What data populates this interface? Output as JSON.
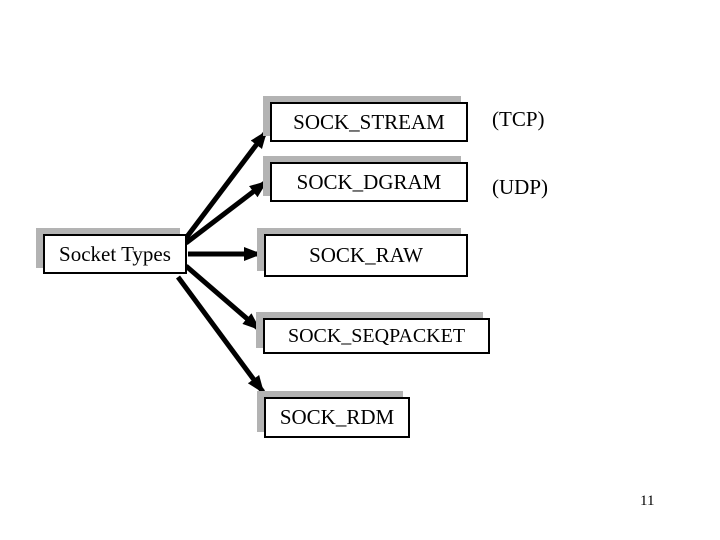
{
  "slide": {
    "page_number": "11",
    "colors": {
      "background": "#ffffff",
      "box_fill": "#ffffff",
      "box_border": "#000000",
      "box_shadow": "#b3b3b3",
      "arrow": "#000000",
      "text": "#000000"
    }
  },
  "diagram": {
    "root": {
      "label": "Socket Types"
    },
    "types": [
      {
        "label": "SOCK_STREAM",
        "annotation": "(TCP)"
      },
      {
        "label": "SOCK_DGRAM",
        "annotation": "(UDP)"
      },
      {
        "label": "SOCK_RAW",
        "annotation": ""
      },
      {
        "label": "SOCK_SEQPACKET",
        "annotation": ""
      },
      {
        "label": "SOCK_RDM",
        "annotation": ""
      }
    ],
    "connections": [
      {
        "from": "Socket Types",
        "to": "SOCK_STREAM"
      },
      {
        "from": "Socket Types",
        "to": "SOCK_DGRAM"
      },
      {
        "from": "Socket Types",
        "to": "SOCK_RAW"
      },
      {
        "from": "Socket Types",
        "to": "SOCK_SEQPACKET"
      },
      {
        "from": "Socket Types",
        "to": "SOCK_RDM"
      }
    ]
  }
}
